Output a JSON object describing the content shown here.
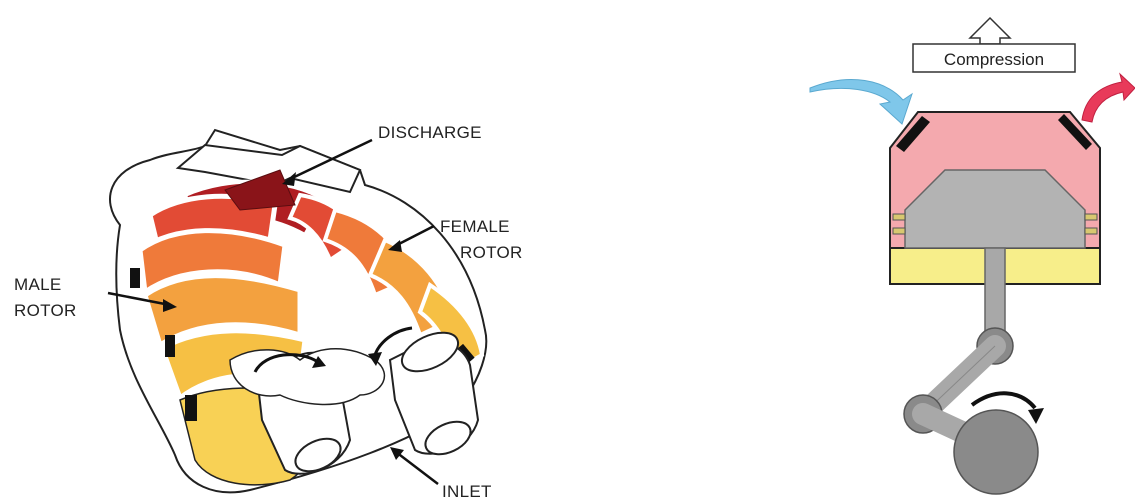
{
  "left_diagram": {
    "labels": {
      "discharge": "DISCHARGE",
      "female_rotor_line1": "FEMALE",
      "female_rotor_line2": "ROTOR",
      "male_rotor_line1": "MALE",
      "male_rotor_line2": "ROTOR",
      "inlet": "INLET"
    },
    "colors": {
      "discharge": "#b01e23",
      "hot": "#e24b35",
      "warm": "#ef7a3a",
      "mid": "#f3a13f",
      "cool": "#f6c044",
      "inlet": "#f8d155"
    }
  },
  "right_diagram": {
    "title": "Compression",
    "colors": {
      "intake_arrow": "#7fc7ea",
      "exhaust_arrow": "#e83a5a",
      "chamber": "#f4a9ae",
      "piston": "#b3b3b3",
      "cylinder_lower": "#f7ee8a",
      "rod": "#9a9a9a",
      "crank": "#8a8a8a"
    }
  }
}
